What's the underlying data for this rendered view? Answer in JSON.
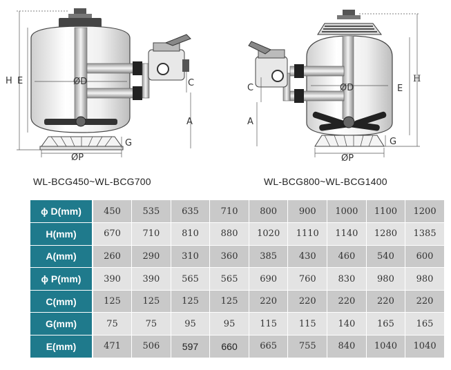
{
  "diagram": {
    "left": {
      "caption": "WL-BCG450~WL-BCG700",
      "labels": {
        "H": "H",
        "E": "E",
        "D": "ØD",
        "C": "C",
        "A": "A",
        "G": "G",
        "P": "ØP"
      }
    },
    "right": {
      "caption": "WL-BCG800~WL-BCG1400",
      "labels": {
        "H": "H",
        "E": "E",
        "D": "ØD",
        "C": "C",
        "A": "A",
        "G": "G",
        "P": "ØP"
      }
    }
  },
  "table": {
    "rows": [
      {
        "label": "ϕ D(mm)",
        "values": [
          "450",
          "535",
          "635",
          "710",
          "800",
          "900",
          "1000",
          "1100",
          "1200"
        ]
      },
      {
        "label": "H(mm)",
        "values": [
          "670",
          "710",
          "810",
          "880",
          "1020",
          "1110",
          "1140",
          "1280",
          "1385"
        ]
      },
      {
        "label": "A(mm)",
        "values": [
          "260",
          "290",
          "310",
          "360",
          "385",
          "430",
          "460",
          "540",
          "600"
        ]
      },
      {
        "label": "ϕ P(mm)",
        "values": [
          "390",
          "390",
          "565",
          "565",
          "690",
          "760",
          "830",
          "980",
          "980"
        ]
      },
      {
        "label": "C(mm)",
        "values": [
          "125",
          "125",
          "125",
          "125",
          "220",
          "220",
          "220",
          "220",
          "220"
        ]
      },
      {
        "label": "G(mm)",
        "values": [
          "75",
          "75",
          "95",
          "95",
          "115",
          "115",
          "140",
          "165",
          "165"
        ]
      },
      {
        "label": "E(mm)",
        "values": [
          "471",
          "506",
          "597",
          "660",
          "665",
          "755",
          "840",
          "1040",
          "1040"
        ]
      }
    ]
  }
}
